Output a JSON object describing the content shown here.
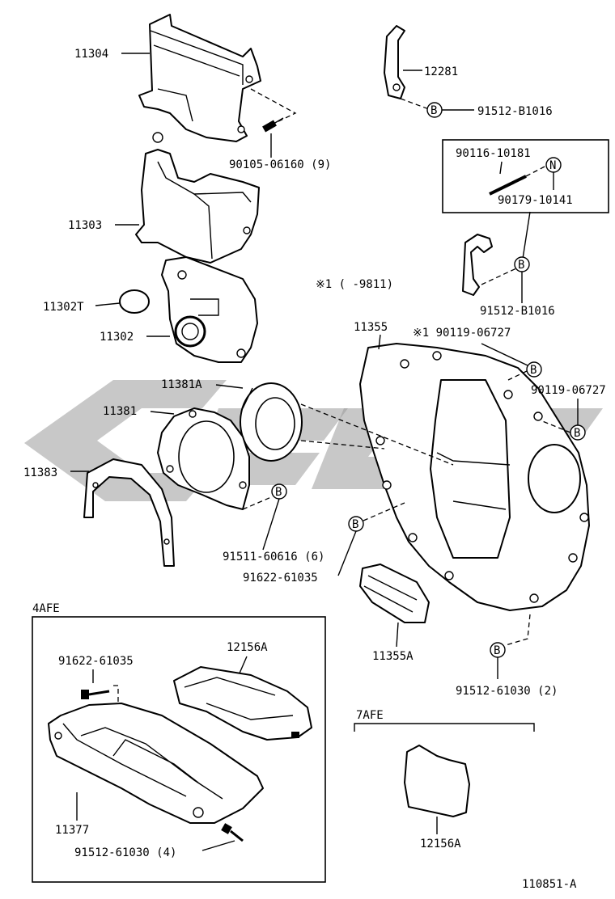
{
  "diagram_id": "110851-A",
  "note_star": "※1 (      -9811)",
  "callout_letters": {
    "b": "B",
    "n": "N"
  },
  "labels": {
    "p11304": "11304",
    "p11303": "11303",
    "p11302t": "11302T",
    "p11302": "11302",
    "p11381a": "11381A",
    "p11381": "11381",
    "p11383": "11383",
    "p12281": "12281",
    "p91512_b1016_top": "91512-B1016",
    "p90116": "90116-10181",
    "p90179": "90179-10141",
    "p91512_b1016_mid": "91512-B1016",
    "p11355": "11355",
    "p90119_star": "※1 90119-06727",
    "p90119": "90119-06727",
    "p90105": "90105-06160 (9)",
    "p91511": "91511-60616 (6)",
    "p91622_main": "91622-61035",
    "p11355a": "11355A",
    "p91512_61030_2": "91512-61030 (2)",
    "p4afe": "4AFE",
    "p91622_box": "91622-61035",
    "p12156a_box": "12156A",
    "p11377": "11377",
    "p91512_61030_4": "91512-61030 (4)",
    "p7afe": "7AFE",
    "p12156a_7afe": "12156A"
  }
}
